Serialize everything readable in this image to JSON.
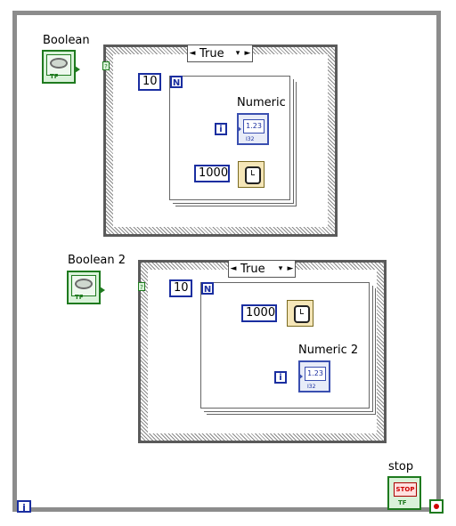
{
  "outer_loop": {
    "iteration_terminal": "i"
  },
  "case1": {
    "control_label": "Boolean",
    "selector_value": "True",
    "tunnel_glyph": "?",
    "for_loop": {
      "count_constant": "10",
      "count_terminal": "N",
      "iteration_terminal": "i",
      "indicator_label": "Numeric",
      "indicator_display": "1.23",
      "indicator_type": "I32",
      "wait_constant": "1000"
    }
  },
  "case2": {
    "control_label": "Boolean 2",
    "selector_value": "True",
    "tunnel_glyph": "?",
    "for_loop": {
      "count_constant": "10",
      "count_terminal": "N",
      "iteration_terminal": "i",
      "indicator_label": "Numeric 2",
      "indicator_display": "1.23",
      "indicator_type": "I32",
      "wait_constant": "1000"
    }
  },
  "stop": {
    "label": "stop",
    "button_text": "STOP",
    "type_text": "TF"
  },
  "boolean_type_text": "TF",
  "selector_arrows": {
    "left": "◄",
    "right": "►",
    "dropdown": "▾"
  },
  "colors": {
    "boolean_wire": "#1e7a1e",
    "numeric_blue": "#1a2ea0",
    "loop_border": "#8c8c8c"
  }
}
